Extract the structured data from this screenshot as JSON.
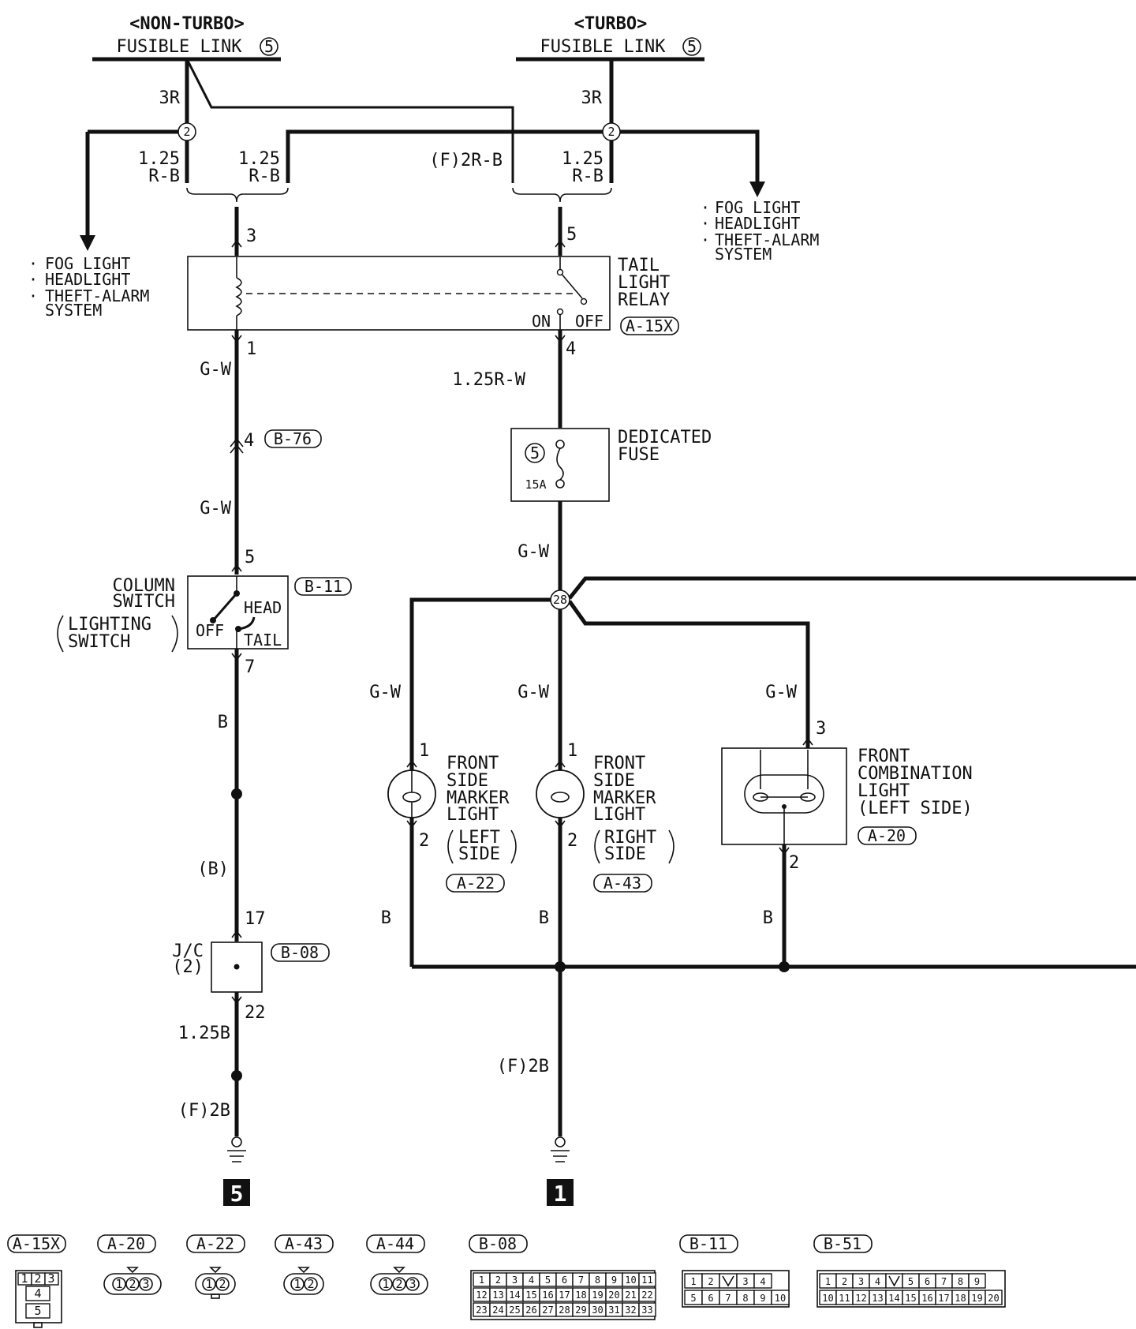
{
  "sources": {
    "non_turbo": {
      "variant": "<NON-TURBO>",
      "label": "FUSIBLE LINK",
      "num": "5"
    },
    "turbo": {
      "variant": "<TURBO>",
      "label": "FUSIBLE LINK",
      "num": "5"
    }
  },
  "wires": {
    "left_feed": "3R",
    "right_feed": "3R",
    "nt_a_size": "1.25",
    "nt_a_color": "R-B",
    "nt_b_size": "1.25",
    "nt_b_color": "R-B",
    "t_f": "(F)2R-B",
    "t_size": "1.25",
    "t_color": "R-B",
    "gw1": "G-W",
    "gw2": "G-W",
    "rw": "1.25R-W",
    "gw3": "G-W",
    "gw_left": "G-W",
    "gw_mid": "G-W",
    "gw_right": "G-W",
    "b1": "B",
    "b_paren": "(B)",
    "b_125": "1.25B",
    "f2b_left": "(F)2B",
    "b_left": "B",
    "b_mid": "B",
    "b_right": "B",
    "f2b_mid": "(F)2B"
  },
  "branch_splice": "2",
  "branch_loads": [
    "FOG LIGHT",
    "HEADLIGHT",
    "THEFT-ALARM",
    "SYSTEM"
  ],
  "pins": {
    "relay_in_l": "3",
    "relay_in_r": "5",
    "relay_out_l": "1",
    "relay_out_r": "4",
    "b76": "4",
    "sw_in": "5",
    "sw_out": "7",
    "jc_in": "17",
    "jc_out": "22",
    "ml_l_top": "1",
    "ml_l_bot": "2",
    "ml_r_top": "1",
    "ml_r_bot": "2",
    "fc_top": "3",
    "fc_bot": "2"
  },
  "components": {
    "relay": {
      "name": [
        "TAIL",
        "LIGHT",
        "RELAY"
      ],
      "on": "ON",
      "off": "OFF",
      "connector": "A-15X"
    },
    "b76": "B-76",
    "fuse": {
      "name": [
        "DEDICATED",
        "FUSE"
      ],
      "num": "5",
      "rating": "15A"
    },
    "splice_28": "28",
    "column_switch": {
      "name": [
        "COLUMN",
        "SWITCH"
      ],
      "sub": [
        "LIGHTING",
        "SWITCH"
      ],
      "off": "OFF",
      "head": "HEAD",
      "tail": "TAIL",
      "connector": "B-11"
    },
    "jc": {
      "name": [
        "J/C",
        "(2)"
      ],
      "connector": "B-08"
    },
    "marker_left": {
      "name": [
        "FRONT",
        "SIDE",
        "MARKER",
        "LIGHT"
      ],
      "side": [
        "LEFT",
        "SIDE"
      ],
      "connector": "A-22"
    },
    "marker_right": {
      "name": [
        "FRONT",
        "SIDE",
        "MARKER",
        "LIGHT"
      ],
      "side": [
        "RIGHT",
        "SIDE"
      ],
      "connector": "A-43"
    },
    "front_combo": {
      "name": [
        "FRONT",
        "COMBINATION",
        "LIGHT",
        "(LEFT SIDE)"
      ],
      "connector": "A-20"
    }
  },
  "grounds": {
    "left": "5",
    "right": "1"
  },
  "connectors": [
    {
      "id": "A-15X",
      "rows": [
        [
          "1",
          "2",
          "3"
        ],
        [
          "4"
        ],
        [
          "5"
        ]
      ]
    },
    {
      "id": "A-20",
      "pins": [
        "1",
        "2",
        "3"
      ]
    },
    {
      "id": "A-22",
      "pins": [
        "1",
        "2"
      ]
    },
    {
      "id": "A-43",
      "pins": [
        "1",
        "2"
      ]
    },
    {
      "id": "A-44",
      "pins": [
        "1",
        "2",
        "3"
      ]
    },
    {
      "id": "B-08",
      "rows": [
        [
          "1",
          "2",
          "3",
          "4",
          "5",
          "6",
          "7",
          "8",
          "9",
          "10",
          "11"
        ],
        [
          "12",
          "13",
          "14",
          "15",
          "16",
          "17",
          "18",
          "19",
          "20",
          "21",
          "22"
        ],
        [
          "23",
          "24",
          "25",
          "26",
          "27",
          "28",
          "29",
          "30",
          "31",
          "32",
          "33"
        ]
      ]
    },
    {
      "id": "B-11",
      "rows": [
        [
          "1",
          "2",
          "",
          "3",
          "4"
        ],
        [
          "5",
          "6",
          "7",
          "8",
          "9",
          "10"
        ]
      ]
    },
    {
      "id": "B-51",
      "rows": [
        [
          "1",
          "2",
          "3",
          "4",
          "",
          "5",
          "6",
          "7",
          "8",
          "9"
        ],
        [
          "10",
          "11",
          "12",
          "13",
          "14",
          "15",
          "16",
          "17",
          "18",
          "19",
          "20"
        ]
      ]
    }
  ]
}
